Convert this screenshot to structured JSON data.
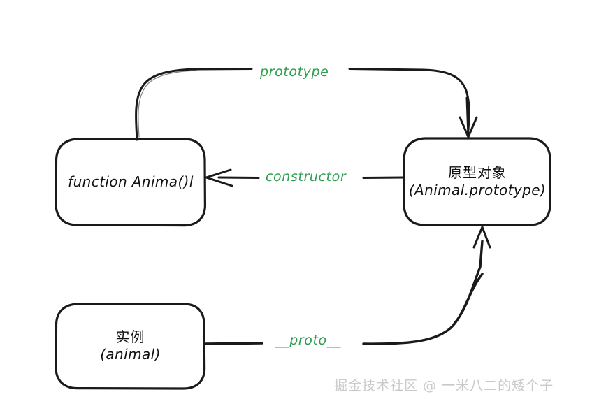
{
  "diagram": {
    "title": "JavaScript prototype chain diagram",
    "background_color": "#ffffff",
    "stroke_color": "#1a1a1a",
    "label_color": "#2e9e4f",
    "watermark_color": "#c9c9c9"
  },
  "nodes": [
    {
      "id": "constructor-function",
      "line1": "function Anima()l",
      "line2": ""
    },
    {
      "id": "prototype-object",
      "line1": "原型对象",
      "line2": "(Animal.prototype)"
    },
    {
      "id": "instance-object",
      "line1": "实例",
      "line2": "(animal)"
    }
  ],
  "edges": [
    {
      "id": "prototype-edge",
      "label": "prototype",
      "from": "constructor-function",
      "to": "prototype-object",
      "direction": "right"
    },
    {
      "id": "constructor-edge",
      "label": "constructor",
      "from": "prototype-object",
      "to": "constructor-function",
      "direction": "left"
    },
    {
      "id": "proto-edge",
      "label": "__proto__",
      "from": "instance-object",
      "to": "prototype-object",
      "direction": "up"
    }
  ],
  "watermark": {
    "text": "掘金技术社区 @ 一米八二的矮个子"
  }
}
